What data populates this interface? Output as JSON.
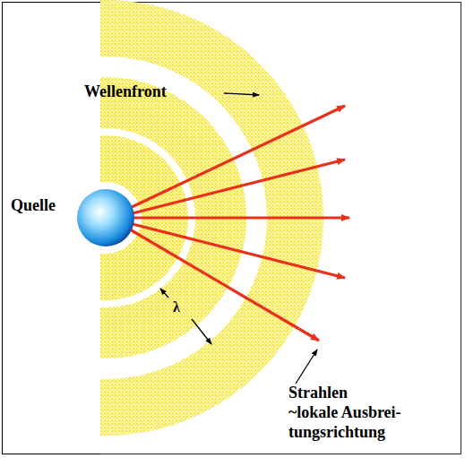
{
  "diagram": {
    "labels": [
      "Wellenfront",
      "Quelle",
      "λ",
      "Strahlen",
      "~lokale Ausbrei- tungsrichtung"
    ]
  }
}
